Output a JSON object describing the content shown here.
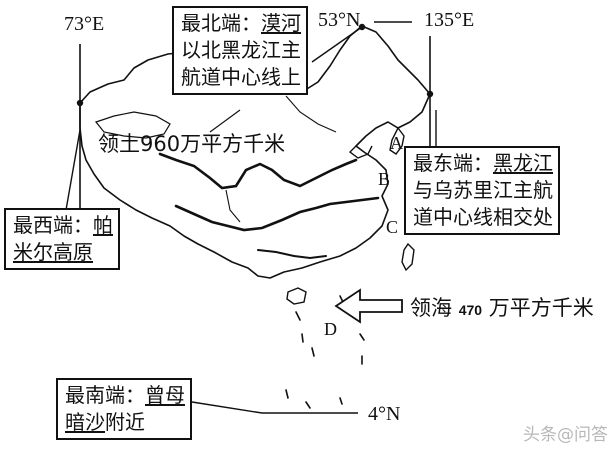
{
  "coordinates": {
    "west_lon": "73°E",
    "north_lat": "53°N",
    "east_lon": "135°E",
    "south_lat": "4°N"
  },
  "callouts": {
    "north": {
      "prefix": "最北端：",
      "place": "漠河",
      "line2": "以北黑龙江主",
      "line3": "航道中心线上"
    },
    "east": {
      "prefix": "最东端：",
      "place": "黑龙江",
      "line2": "与乌苏里江主航",
      "line3": "道中心线相交处"
    },
    "west": {
      "prefix": "最西端：",
      "place": "帕",
      "line2": "米尔高原"
    },
    "south": {
      "prefix": "最南端：",
      "place": "曾母",
      "line2_place": "暗沙",
      "line2_rest": "附近"
    }
  },
  "land_area": "领土960万平方千米",
  "sea_area": {
    "prefix": "领海",
    "value": "470",
    "suffix": "万平方千米"
  },
  "sea_letters": [
    "A",
    "B",
    "C",
    "D"
  ],
  "watermark": "头条@问答",
  "colors": {
    "ink": "#111111",
    "paper": "#ffffff",
    "watermark": "#b8b8b8"
  }
}
